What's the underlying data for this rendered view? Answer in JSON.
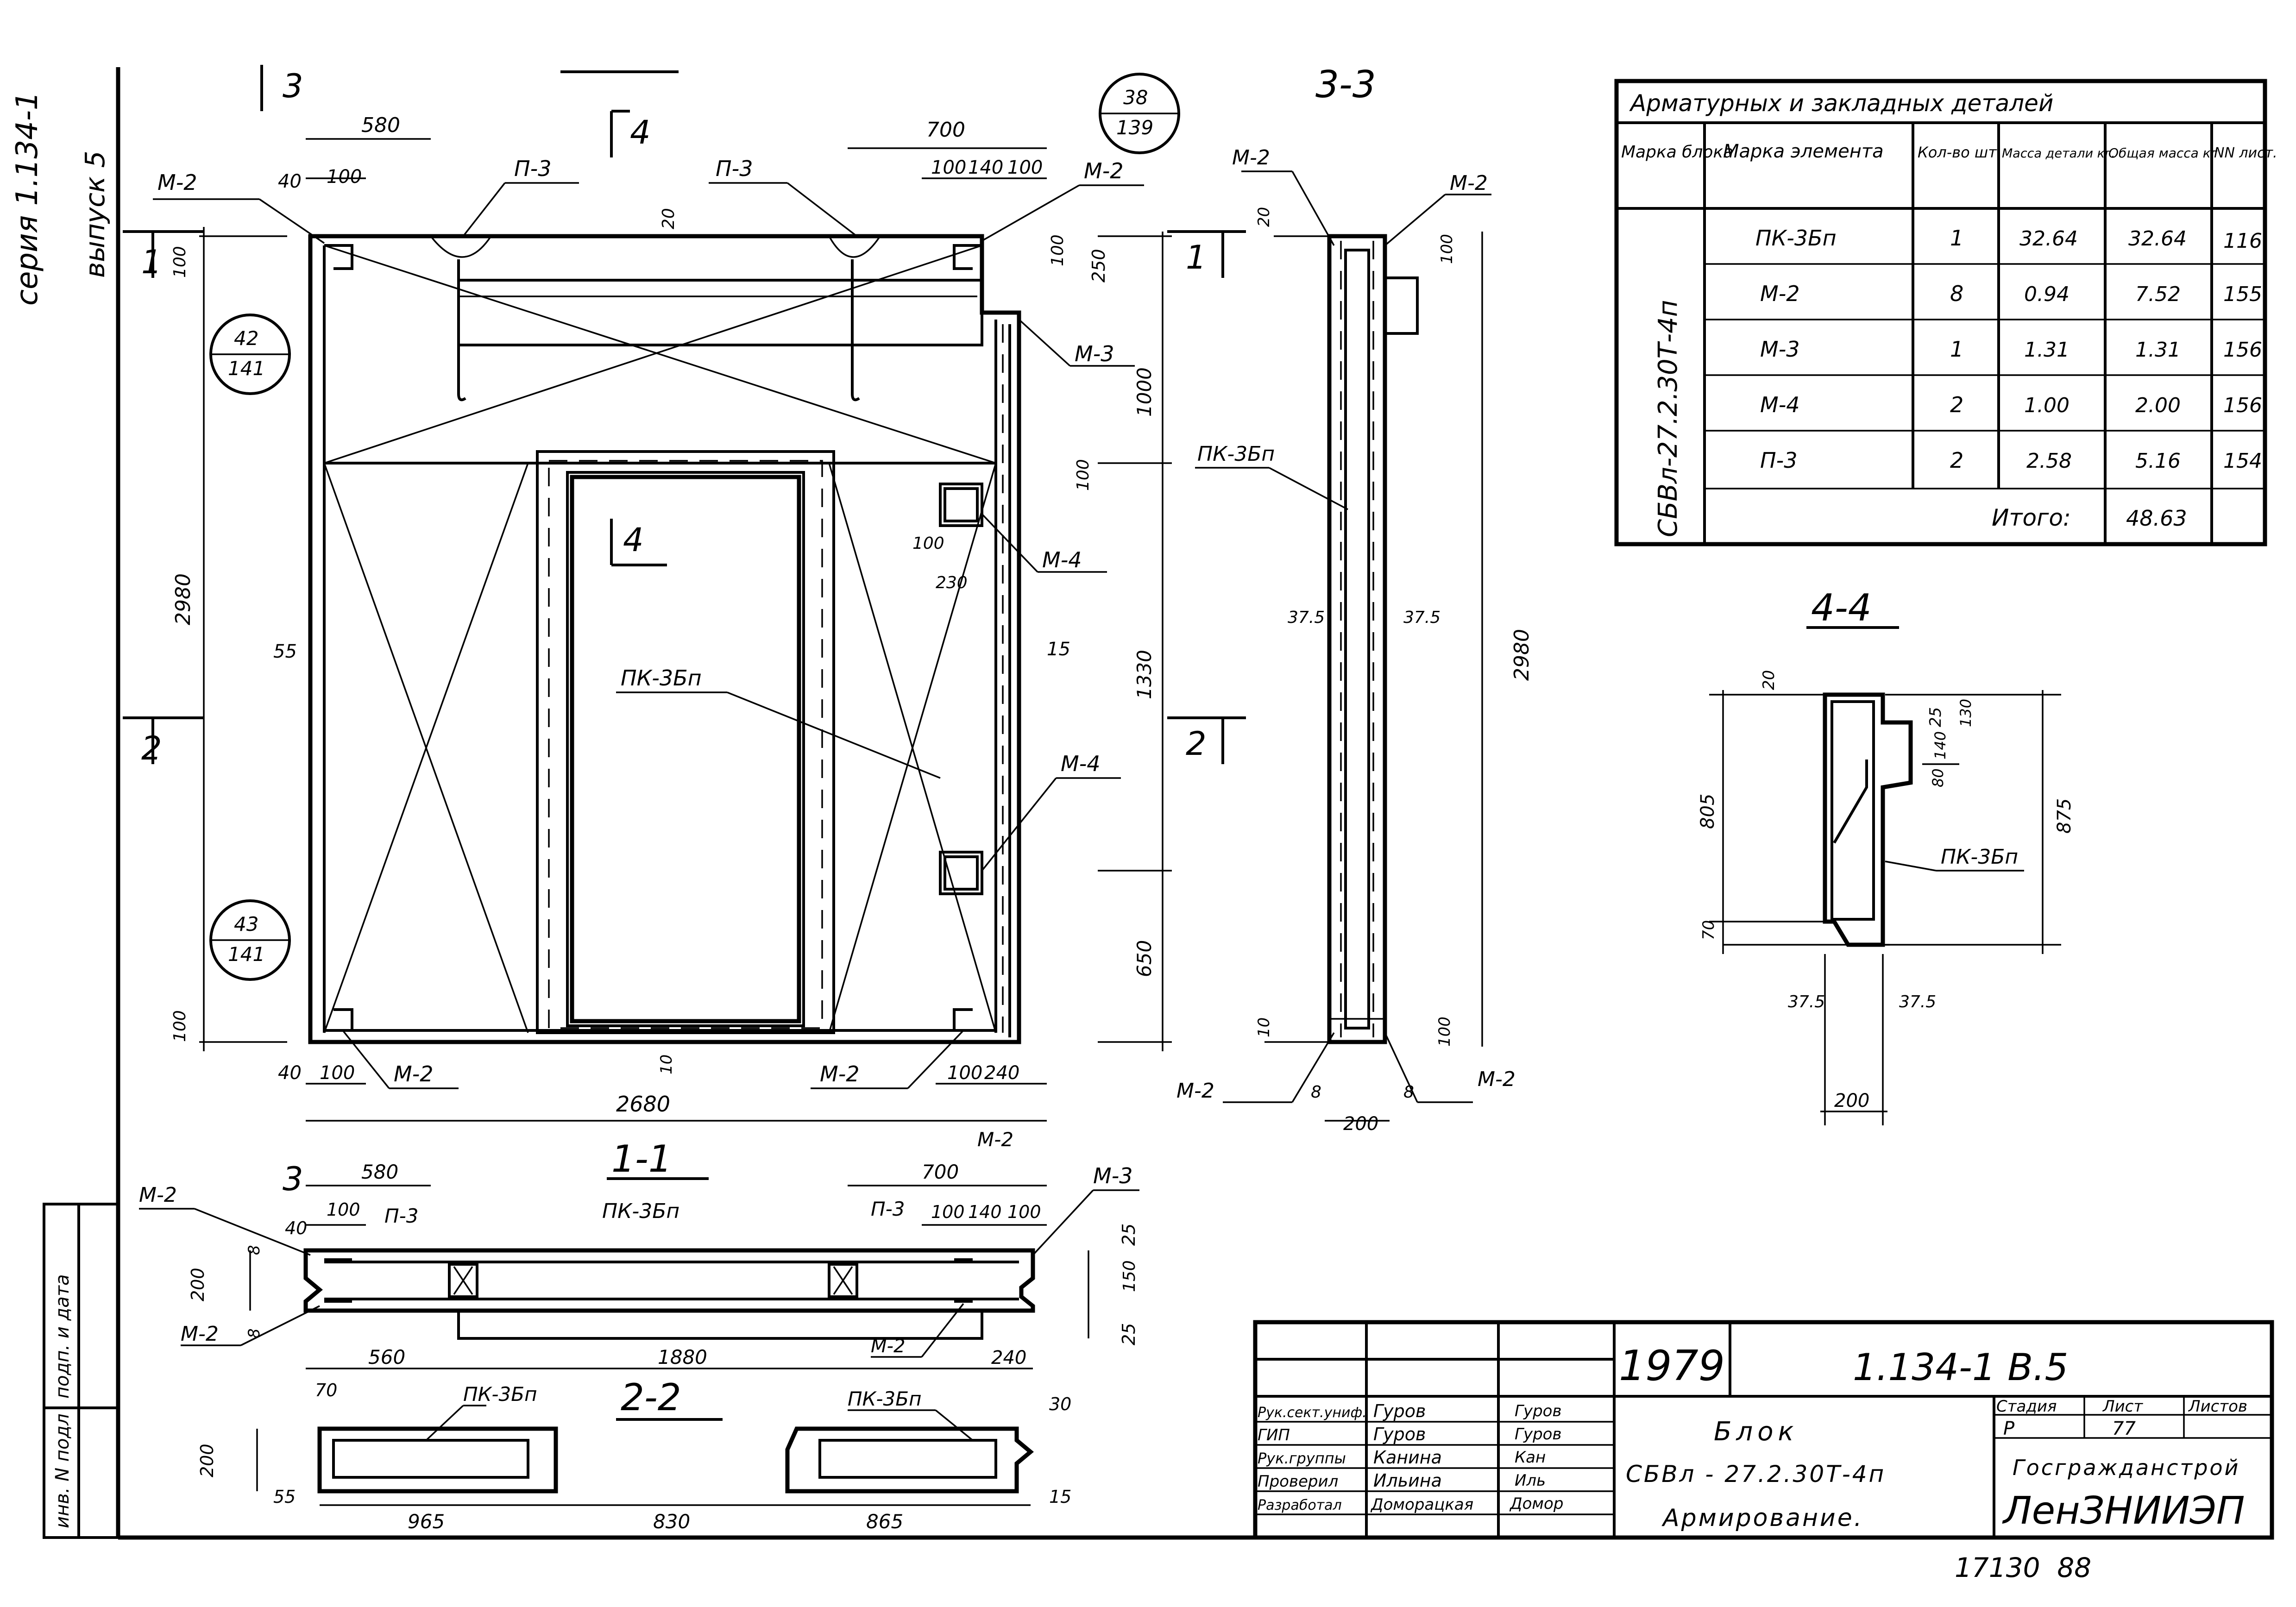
{
  "side": {
    "series": "серия 1.134-1",
    "issue": "выпуск 5",
    "stamp_fields": [
      "инв. N подл",
      "подп. и дата"
    ]
  },
  "elevation": {
    "section_marks": {
      "s3_top": "3",
      "s4_top": "4",
      "s4_window": "4",
      "s1_left": "1",
      "s1_right": "1",
      "s2_left": "2",
      "s2_right": "2"
    },
    "dims_top_left": [
      "580",
      "40",
      "100"
    ],
    "dims_top_right": [
      "700",
      "100",
      "140",
      "100"
    ],
    "dims_right_small": [
      "20",
      "100",
      "250"
    ],
    "dims_right_mid": [
      "100",
      "100",
      "230",
      "15"
    ],
    "dims_left": [
      "100",
      "2980",
      "55",
      "100"
    ],
    "dims_outer_right": [
      "1000",
      "1330",
      "650"
    ],
    "dims_bottom": [
      "40",
      "100",
      "10",
      "100",
      "240",
      "2680"
    ],
    "labels": {
      "m2_tl": "М-2",
      "p3_l": "П-3",
      "p3_r": "П-3",
      "m2_tr": "М-2",
      "m3": "М-3",
      "m4_a": "М-4",
      "m4_b": "М-4",
      "pk": "ПК-3Бп",
      "m2_bl": "М-2",
      "m2_br": "М-2"
    },
    "callouts": [
      {
        "top": "38",
        "bottom": "139"
      },
      {
        "top": "42",
        "bottom": "141"
      },
      {
        "top": "43",
        "bottom": "141"
      }
    ]
  },
  "section_33": {
    "title": "3-3",
    "labels": {
      "m2_tl": "М-2",
      "m2_tr": "М-2",
      "pk": "ПК-3Бп",
      "m2_bl": "М-2",
      "m2_br": "М-2"
    },
    "dims": [
      "20",
      "100",
      "37.5",
      "37.5",
      "2980",
      "10",
      "100",
      "8",
      "8",
      "200"
    ]
  },
  "section_11": {
    "title": "1-1",
    "mark": "3",
    "dims_top": [
      "580",
      "40",
      "100",
      "700",
      "100",
      "140",
      "100"
    ],
    "dims_left": [
      "8",
      "200",
      "8"
    ],
    "dims_right": [
      "25",
      "150",
      "25"
    ],
    "dims_bottom": [
      "560",
      "1880",
      "240"
    ],
    "labels": {
      "m2_tl": "М-2",
      "p3_l": "П-3",
      "pk": "ПК-3Бп",
      "p3_r": "П-3",
      "m2_tr": "М-2",
      "m3": "М-3",
      "m2_bl": "М-2",
      "m2_br": "М-2"
    }
  },
  "section_22": {
    "title": "2-2",
    "labels": {
      "pk_l": "ПК-3Бп",
      "pk_r": "ПК-3Бп"
    },
    "dims": [
      "70",
      "200",
      "55",
      "965",
      "830",
      "865",
      "30",
      "15"
    ]
  },
  "section_44": {
    "title": "4-4",
    "dims": [
      "20",
      "25",
      "130",
      "140",
      "80",
      "805",
      "875",
      "70",
      "37.5",
      "37.5",
      "200"
    ],
    "label_pk": "ПК-3Бп"
  },
  "spec_table": {
    "title": "Арматурных и закладных деталей",
    "headers": [
      "Марка блока",
      "Марка элемента",
      "Кол-во шт.",
      "Масса детали кг.",
      "Общая масса кг",
      "NN лист."
    ],
    "block_mark": "СБВл-27.2.30Т-4п",
    "rows": [
      {
        "element": "ПК-3Бп",
        "qty": "1",
        "mass": "32.64",
        "total": "32.64",
        "sheet": "116"
      },
      {
        "element": "М-2",
        "qty": "8",
        "mass": "0.94",
        "total": "7.52",
        "sheet": "155"
      },
      {
        "element": "М-3",
        "qty": "1",
        "mass": "1.31",
        "total": "1.31",
        "sheet": "156"
      },
      {
        "element": "М-4",
        "qty": "2",
        "mass": "1.00",
        "total": "2.00",
        "sheet": "156"
      },
      {
        "element": "П-3",
        "qty": "2",
        "mass": "2.58",
        "total": "5.16",
        "sheet": "154"
      }
    ],
    "total_label": "Итого:",
    "total_value": "48.63"
  },
  "title_block": {
    "year": "1979",
    "code": "1.134-1  В.5",
    "roles": [
      {
        "role": "Рук.сект.униф.",
        "name": "Гуров",
        "sign": "Гуров"
      },
      {
        "role": "ГИП",
        "name": "Гуров",
        "sign": "Гуров"
      },
      {
        "role": "Рук.группы",
        "name": "Канина",
        "sign": "Кан"
      },
      {
        "role": "Проверил",
        "name": "Ильина",
        "sign": "Иль"
      },
      {
        "role": "Разработал",
        "name": "Доморацкая",
        "sign": "Домор"
      }
    ],
    "title_lines": [
      "Блок",
      "СБВл - 27.2.30Т-4п",
      "Армирование."
    ],
    "stage_headers": [
      "Стадия",
      "Лист",
      "Листов"
    ],
    "stage_values": [
      "Р",
      "77",
      ""
    ],
    "org1": "Госгражданстрой",
    "org2": "ЛенЗНИИЭП",
    "doc_number": "17130  88"
  }
}
